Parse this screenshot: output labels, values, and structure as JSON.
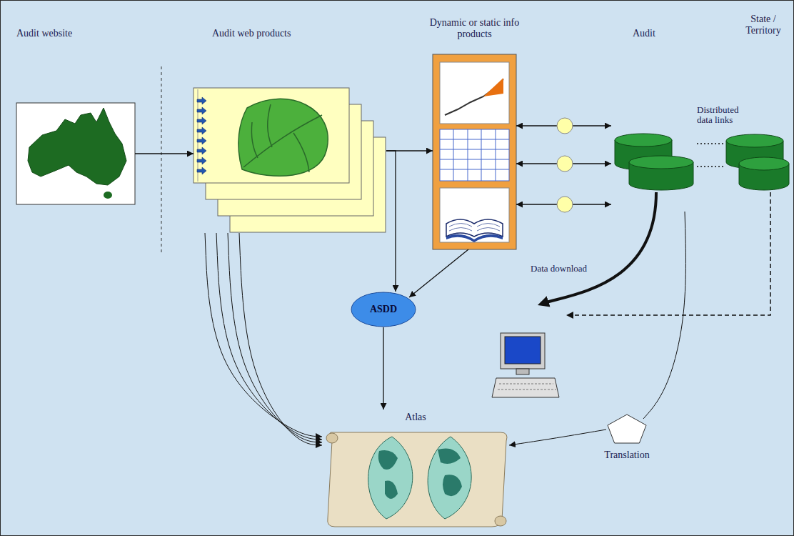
{
  "diagram": {
    "nodes": [
      {
        "text": [
          "Audit website"
        ]
      },
      {
        "text": [
          "Audit web products"
        ]
      },
      {
        "text": [
          "Dynamic or static info products"
        ]
      },
      {
        "text": [
          "Audit"
        ]
      },
      {
        "text": [
          "State / Territory"
        ]
      },
      {
        "text": [
          "ASDD"
        ]
      },
      {
        "text": [
          "Atlas"
        ]
      },
      {
        "text": [
          "Translation"
        ]
      }
    ],
    "edges": [
      {
        "from": 0,
        "to": 1,
        "arrow": "to"
      },
      {
        "from": 1,
        "to": 2,
        "arrow": "to"
      },
      {
        "from": 1,
        "to": 5,
        "arrow": "to"
      },
      {
        "from": 2,
        "to": 5,
        "arrow": "to"
      },
      {
        "from": 2,
        "to": 3,
        "arrow": "both"
      },
      {
        "from": 2,
        "to": 3,
        "arrow": "both"
      },
      {
        "from": 2,
        "to": 3,
        "arrow": "both"
      },
      {
        "from": 3,
        "to": 4,
        "arrow": "none"
      },
      {
        "from": 3,
        "to": 4,
        "arrow": "none"
      },
      {
        "from": 3,
        "to": 7,
        "arrow": "none"
      },
      {
        "from": 7,
        "to": 6,
        "arrow": "to"
      },
      {
        "from": 5,
        "to": 6,
        "arrow": "to"
      },
      {
        "from": 1,
        "to": 6,
        "arrow": "to"
      },
      {
        "from": 1,
        "to": 6,
        "arrow": "to"
      },
      {
        "from": 1,
        "to": 6,
        "arrow": "to"
      },
      {
        "from": 1,
        "to": 6,
        "arrow": "to"
      }
    ],
    "labels": [
      "Distributed data links",
      "Data download"
    ]
  }
}
